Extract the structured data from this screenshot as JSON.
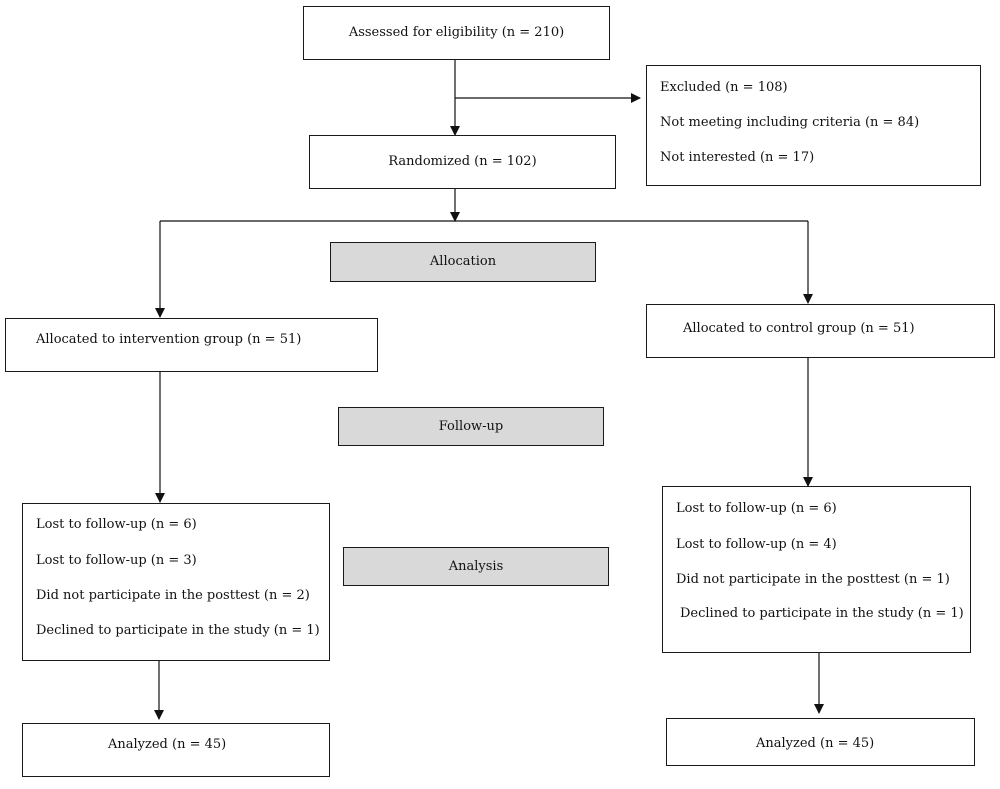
{
  "assessed": "Assessed for eligibility (n = 210)",
  "excluded": {
    "title": "Excluded (n = 108)",
    "lines": [
      "Not meeting including criteria (n = 84)",
      "Not interested (n = 17)"
    ]
  },
  "randomized": "Randomized (n = 102)",
  "stages": {
    "allocation": "Allocation",
    "followup": "Follow-up",
    "analysis": "Analysis"
  },
  "intervention": {
    "allocated": "Allocated to intervention group (n = 51)",
    "losses": [
      "Lost to follow-up (n = 6)",
      "Lost to follow-up (n = 3)",
      "Did not participate in the posttest (n = 2)",
      "Declined to participate in the study (n = 1)"
    ],
    "analyzed": "Analyzed (n = 45)"
  },
  "control": {
    "allocated": "Allocated to control group (n = 51)",
    "losses": [
      "Lost to follow-up (n = 6)",
      "Lost to follow-up (n = 4)",
      "Did not participate in the posttest (n = 1)",
      "Declined to participate in the study (n = 1)"
    ],
    "analyzed": "Analyzed (n = 45)"
  }
}
